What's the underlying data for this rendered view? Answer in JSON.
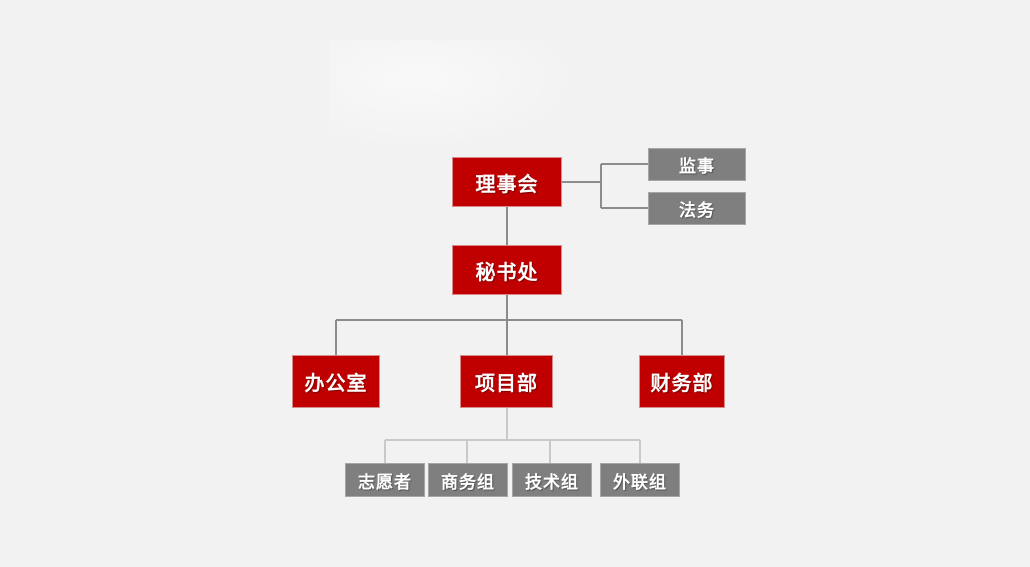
{
  "diagram": {
    "type": "organization-chart",
    "background_color": "#f2f2f2",
    "colors": {
      "primary_box": "#c00000",
      "secondary_box": "#7f7f7f",
      "connector": "#8c8c8c",
      "connector_light": "#cccccc",
      "text": "#ffffff"
    },
    "nodes": {
      "board": "理事会",
      "secretariat": "秘书处",
      "supervisor": "监事",
      "legal": "法务",
      "office": "办公室",
      "project_dept": "项目部",
      "finance_dept": "财务部",
      "volunteer_group": "志愿者",
      "business_group": "商务组",
      "tech_group": "技术组",
      "outreach_group": "外联组"
    },
    "levels": [
      {
        "level": 1,
        "labels": [
          "理事会"
        ]
      },
      {
        "level": 1,
        "labels": [
          "监事",
          "法务"
        ]
      },
      {
        "level": 2,
        "labels": [
          "秘书处"
        ]
      },
      {
        "level": 3,
        "labels": [
          "办公室",
          "项目部",
          "财务部"
        ]
      },
      {
        "level": 4,
        "labels": [
          "志愿者",
          "商务组",
          "技术组",
          "外联组"
        ]
      }
    ],
    "edges": [
      {
        "from": "理事会",
        "to": "监事"
      },
      {
        "from": "理事会",
        "to": "法务"
      },
      {
        "from": "理事会",
        "to": "秘书处"
      },
      {
        "from": "秘书处",
        "to": "办公室"
      },
      {
        "from": "秘书处",
        "to": "项目部"
      },
      {
        "from": "秘书处",
        "to": "财务部"
      },
      {
        "from": "项目部",
        "to": "志愿者"
      },
      {
        "from": "项目部",
        "to": "商务组"
      },
      {
        "from": "项目部",
        "to": "技术组"
      },
      {
        "from": "项目部",
        "to": "外联组"
      }
    ]
  }
}
